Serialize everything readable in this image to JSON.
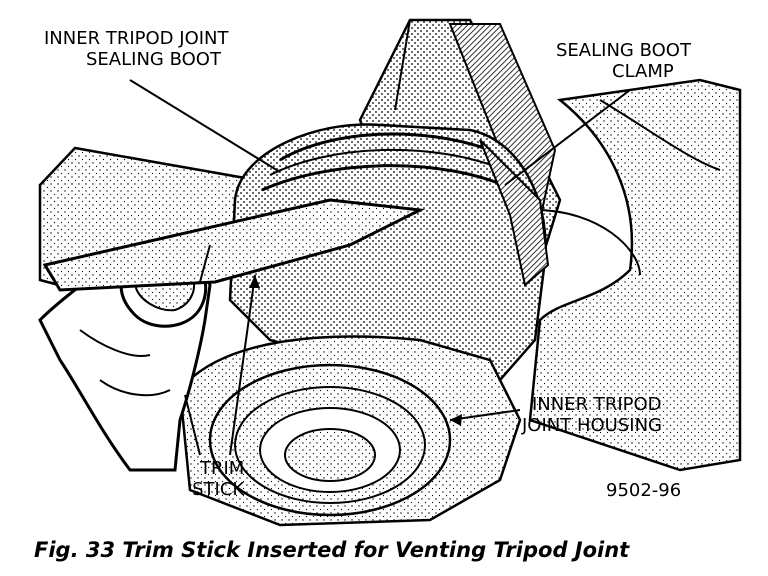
{
  "labels": {
    "boot_line1": "INNER TRIPOD JOINT",
    "boot_line2": "SEALING BOOT",
    "clamp_line1": "SEALING BOOT",
    "clamp_line2": "CLAMP",
    "housing_line1": "INNER TRIPOD",
    "housing_line2": "JOINT HOUSING",
    "trim_line1": "TRIM",
    "trim_line2": "STICK"
  },
  "reference_number": "9502-96",
  "caption": "Fig. 33 Trim Stick Inserted for Venting Tripod Joint"
}
